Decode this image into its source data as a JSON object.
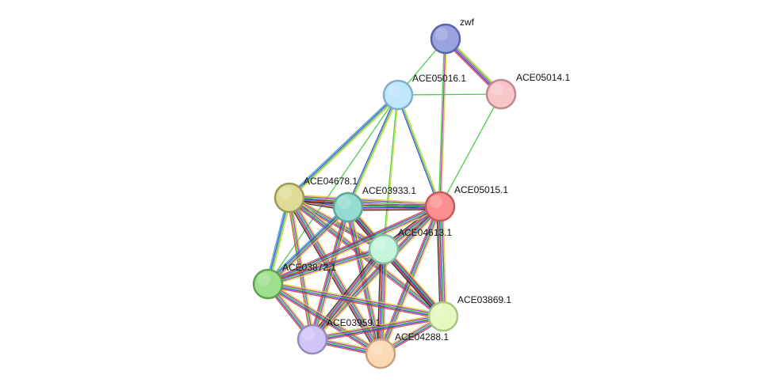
{
  "nodes": [
    {
      "id": "zwf",
      "label": "zwf",
      "fill": "#9aa3e0",
      "stroke": "#5a64a8"
    },
    {
      "id": "ACE05016",
      "label": "ACE05016.1",
      "fill": "#bfe6fb",
      "stroke": "#7fb0cc"
    },
    {
      "id": "ACE05014",
      "label": "ACE05014.1",
      "fill": "#f8c6c8",
      "stroke": "#c08a8d"
    },
    {
      "id": "ACE04678",
      "label": "ACE04678.1",
      "fill": "#dedc96",
      "stroke": "#9c9a55"
    },
    {
      "id": "ACE03933",
      "label": "ACE03933.1",
      "fill": "#94dcd2",
      "stroke": "#5fa59b"
    },
    {
      "id": "ACE05015",
      "label": "ACE05015.1",
      "fill": "#fb8e8e",
      "stroke": "#c65a5a"
    },
    {
      "id": "ACE04613",
      "label": "ACE04613.1",
      "fill": "#c6f5de",
      "stroke": "#86bda2"
    },
    {
      "id": "ACE03872",
      "label": "ACE03872.1",
      "fill": "#9fdf8d",
      "stroke": "#5fa24e"
    },
    {
      "id": "ACE03869",
      "label": "ACE03869.1",
      "fill": "#e4f9bf",
      "stroke": "#a8c585"
    },
    {
      "id": "ACE03959",
      "label": "ACE03959.1",
      "fill": "#d1c4f6",
      "stroke": "#978ac0"
    },
    {
      "id": "ACE04288",
      "label": "ACE04288.1",
      "fill": "#fcd9b7",
      "stroke": "#c9a17b"
    }
  ],
  "edges": [
    {
      "source": "zwf",
      "target": "ACE05016",
      "colors": [
        "#37c837"
      ]
    },
    {
      "source": "zwf",
      "target": "ACE05014",
      "colors": [
        "#d4d43a",
        "#37c837",
        "#b42bb4",
        "#3b3bd6",
        "#d63b3b"
      ]
    },
    {
      "source": "zwf",
      "target": "ACE05015",
      "colors": [
        "#d4d43a",
        "#b42bb4",
        "#37c837"
      ]
    },
    {
      "source": "ACE05016",
      "target": "ACE05014",
      "colors": [
        "#37c837"
      ]
    },
    {
      "source": "ACE05014",
      "target": "ACE05015",
      "colors": [
        "#37c837"
      ]
    },
    {
      "source": "ACE05016",
      "target": "ACE04678",
      "colors": [
        "#d4d43a",
        "#37c837",
        "#3b3bd6",
        "#37a0c8"
      ]
    },
    {
      "source": "ACE05016",
      "target": "ACE03933",
      "colors": [
        "#d4d43a",
        "#37c837",
        "#3b3bd6"
      ]
    },
    {
      "source": "ACE05016",
      "target": "ACE04613",
      "colors": [
        "#d4d43a",
        "#37c837"
      ]
    },
    {
      "source": "ACE05016",
      "target": "ACE05015",
      "colors": [
        "#d4d43a",
        "#37c837",
        "#3b3bd6"
      ]
    },
    {
      "source": "ACE05016",
      "target": "ACE03872",
      "colors": [
        "#37c837"
      ]
    },
    {
      "source": "ACE04678",
      "target": "ACE03933",
      "colors": [
        "#d4d43a",
        "#b42bb4",
        "#37c837",
        "#3b3bd6",
        "#d63b3b",
        "#222222"
      ]
    },
    {
      "source": "ACE04678",
      "target": "ACE05015",
      "colors": [
        "#d4d43a",
        "#b42bb4",
        "#37c837",
        "#3b3bd6",
        "#d63b3b",
        "#222222"
      ]
    },
    {
      "source": "ACE04678",
      "target": "ACE04613",
      "colors": [
        "#d4d43a",
        "#b42bb4",
        "#37c837",
        "#3b3bd6",
        "#d63b3b"
      ]
    },
    {
      "source": "ACE04678",
      "target": "ACE03872",
      "colors": [
        "#d4d43a",
        "#37c837",
        "#3b3bd6",
        "#37a0c8"
      ]
    },
    {
      "source": "ACE04678",
      "target": "ACE03959",
      "colors": [
        "#d4d43a",
        "#b42bb4",
        "#37c837",
        "#d63b3b"
      ]
    },
    {
      "source": "ACE04678",
      "target": "ACE04288",
      "colors": [
        "#d4d43a",
        "#b42bb4",
        "#37c837",
        "#3b3bd6",
        "#d63b3b",
        "#222222"
      ]
    },
    {
      "source": "ACE04678",
      "target": "ACE03869",
      "colors": [
        "#d4d43a",
        "#b42bb4",
        "#37c837",
        "#3b3bd6",
        "#d63b3b"
      ]
    },
    {
      "source": "ACE03933",
      "target": "ACE05015",
      "colors": [
        "#d4d43a",
        "#b42bb4",
        "#37c837",
        "#3b3bd6",
        "#d63b3b",
        "#222222"
      ]
    },
    {
      "source": "ACE03933",
      "target": "ACE04613",
      "colors": [
        "#d4d43a",
        "#b42bb4",
        "#37c837",
        "#3b3bd6",
        "#d63b3b",
        "#222222"
      ]
    },
    {
      "source": "ACE03933",
      "target": "ACE03872",
      "colors": [
        "#d4d43a",
        "#b42bb4",
        "#37c837",
        "#3b3bd6",
        "#37a0c8"
      ]
    },
    {
      "source": "ACE03933",
      "target": "ACE03959",
      "colors": [
        "#d4d43a",
        "#b42bb4",
        "#37c837",
        "#3b3bd6",
        "#d63b3b"
      ]
    },
    {
      "source": "ACE03933",
      "target": "ACE04288",
      "colors": [
        "#d4d43a",
        "#b42bb4",
        "#37c837",
        "#3b3bd6",
        "#d63b3b"
      ]
    },
    {
      "source": "ACE03933",
      "target": "ACE03869",
      "colors": [
        "#d4d43a",
        "#b42bb4",
        "#37c837",
        "#3b3bd6",
        "#d63b3b"
      ]
    },
    {
      "source": "ACE05015",
      "target": "ACE04613",
      "colors": [
        "#d4d43a",
        "#b42bb4",
        "#37c837",
        "#3b3bd6",
        "#d63b3b",
        "#222222"
      ]
    },
    {
      "source": "ACE05015",
      "target": "ACE03872",
      "colors": [
        "#d4d43a",
        "#b42bb4",
        "#37c837",
        "#3b3bd6",
        "#d63b3b"
      ]
    },
    {
      "source": "ACE05015",
      "target": "ACE03959",
      "colors": [
        "#d4d43a",
        "#b42bb4",
        "#37c837",
        "#3b3bd6",
        "#d63b3b"
      ]
    },
    {
      "source": "ACE05015",
      "target": "ACE04288",
      "colors": [
        "#d4d43a",
        "#b42bb4",
        "#37c837",
        "#3b3bd6",
        "#d63b3b"
      ]
    },
    {
      "source": "ACE05015",
      "target": "ACE03869",
      "colors": [
        "#d4d43a",
        "#b42bb4",
        "#37c837",
        "#3b3bd6",
        "#d63b3b",
        "#222222"
      ]
    },
    {
      "source": "ACE04613",
      "target": "ACE03872",
      "colors": [
        "#d4d43a",
        "#b42bb4",
        "#37c837",
        "#3b3bd6",
        "#d63b3b"
      ]
    },
    {
      "source": "ACE04613",
      "target": "ACE03959",
      "colors": [
        "#d4d43a",
        "#b42bb4",
        "#37c837",
        "#3b3bd6",
        "#d63b3b",
        "#222222"
      ]
    },
    {
      "source": "ACE04613",
      "target": "ACE04288",
      "colors": [
        "#d4d43a",
        "#b42bb4",
        "#37c837",
        "#3b3bd6",
        "#d63b3b",
        "#222222"
      ]
    },
    {
      "source": "ACE04613",
      "target": "ACE03869",
      "colors": [
        "#d4d43a",
        "#b42bb4",
        "#37c837",
        "#3b3bd6",
        "#d63b3b",
        "#222222"
      ]
    },
    {
      "source": "ACE03872",
      "target": "ACE03959",
      "colors": [
        "#d4d43a",
        "#b42bb4",
        "#37c837",
        "#3b3bd6",
        "#d63b3b"
      ]
    },
    {
      "source": "ACE03872",
      "target": "ACE04288",
      "colors": [
        "#d4d43a",
        "#b42bb4",
        "#37c837",
        "#3b3bd6",
        "#d63b3b"
      ]
    },
    {
      "source": "ACE03872",
      "target": "ACE03869",
      "colors": [
        "#d4d43a",
        "#b42bb4",
        "#37c837",
        "#3b3bd6",
        "#d63b3b"
      ]
    },
    {
      "source": "ACE03959",
      "target": "ACE04288",
      "colors": [
        "#d4d43a",
        "#b42bb4",
        "#37c837",
        "#3b3bd6",
        "#d63b3b"
      ]
    },
    {
      "source": "ACE03959",
      "target": "ACE03869",
      "colors": [
        "#d4d43a",
        "#b42bb4",
        "#37c837",
        "#3b3bd6",
        "#d63b3b"
      ]
    },
    {
      "source": "ACE04288",
      "target": "ACE03869",
      "colors": [
        "#d4d43a",
        "#b42bb4",
        "#37c837",
        "#3b3bd6",
        "#d63b3b"
      ]
    }
  ]
}
